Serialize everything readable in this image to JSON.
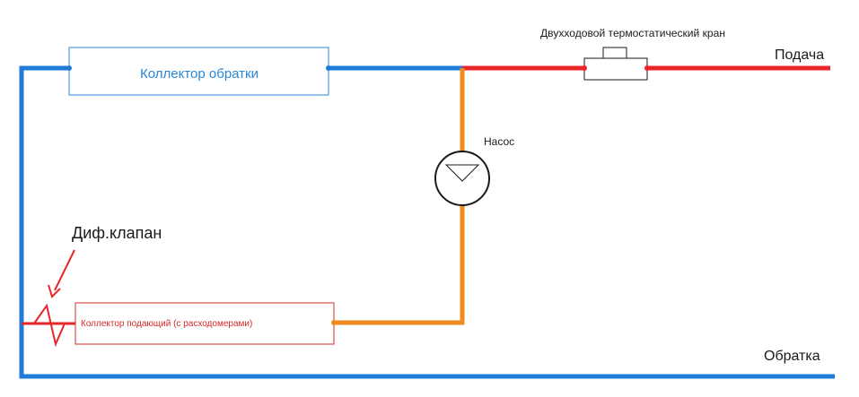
{
  "colors": {
    "supply": "#e8262a",
    "return": "#1f7bd6",
    "pump_line": "#f08a1e",
    "black": "#1a1a1a",
    "box_blue_text": "#2a86d6",
    "box_red_text": "#d42a2a"
  },
  "labels": {
    "return_collector": "Коллектор обратки",
    "supply_collector": "Коллектор подающий (с расходомерами)",
    "thermo_valve": "Двухходовой термостатический кран",
    "supply": "Подача",
    "return": "Обратка",
    "pump": "Насос",
    "diff_valve": "Диф.клапан"
  }
}
